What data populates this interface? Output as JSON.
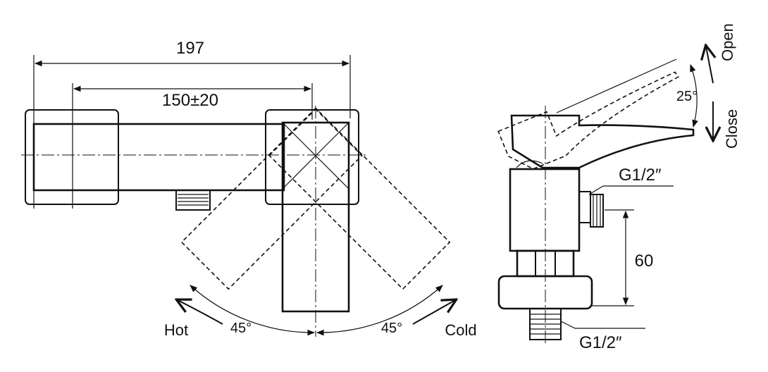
{
  "front_view": {
    "overall_width_label": "197",
    "center_distance_label": "150±20",
    "hot_label": "Hot",
    "cold_label": "Cold",
    "hot_angle_label": "45°",
    "cold_angle_label": "45°"
  },
  "side_view": {
    "open_label": "Open",
    "close_label": "Close",
    "tilt_angle_label": "25°",
    "outlet_thread_label": "G1/2″",
    "inlet_thread_label": "G1/2″",
    "height_label": "60"
  }
}
